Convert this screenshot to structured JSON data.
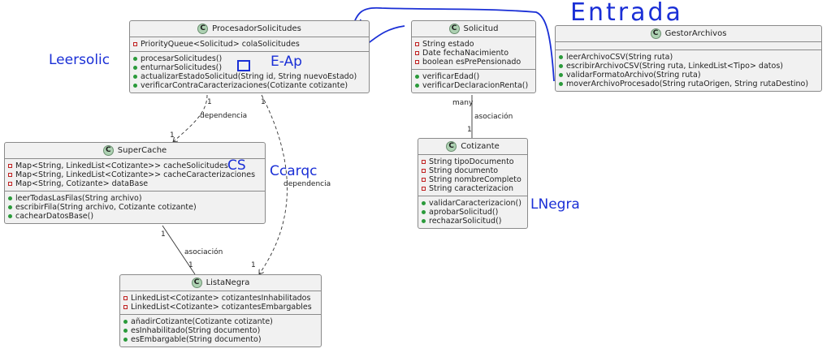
{
  "classes": {
    "procesador": {
      "name": "ProcesadorSolicitudes",
      "attributes": [
        "PriorityQueue<Solicitud> colaSolicitudes"
      ],
      "methods": [
        "procesarSolicitudes()",
        "enturnarSolicitudes()",
        "actualizarEstadoSolicitud(String id, String nuevoEstado)",
        "verificarContraCaracterizaciones(Cotizante cotizante)"
      ]
    },
    "solicitud": {
      "name": "Solicitud",
      "attributes": [
        "String estado",
        "Date fechaNacimiento",
        "boolean esPrePensionado"
      ],
      "methods": [
        "verificarEdad()",
        "verificarDeclaracionRenta()"
      ]
    },
    "gestor": {
      "name": "GestorArchivos",
      "attributes": [],
      "methods": [
        "leerArchivoCSV(String ruta)",
        "escribirArchivoCSV(String ruta, LinkedList<Tipo> datos)",
        "validarFormatoArchivo(String ruta)",
        "moverArchivoProcesado(String rutaOrigen, String rutaDestino)"
      ]
    },
    "supercache": {
      "name": "SuperCache",
      "attributes": [
        "Map<String, LinkedList<Cotizante>> cacheSolicitudes",
        "Map<String, LinkedList<Cotizante>> cacheCaracterizaciones",
        "Map<String, Cotizante> dataBase"
      ],
      "methods": [
        "leerTodasLasFilas(String archivo)",
        "escribirFila(String archivo, Cotizante cotizante)",
        "cachearDatosBase()"
      ]
    },
    "cotizante": {
      "name": "Cotizante",
      "attributes": [
        "String tipoDocumento",
        "String documento",
        "String nombreCompleto",
        "String caracterizacion"
      ],
      "methods": [
        "validarCaracterizacion()",
        "aprobarSolicitud()",
        "rechazarSolicitud()"
      ]
    },
    "listanegra": {
      "name": "ListaNegra",
      "attributes": [
        "LinkedList<Cotizante> cotizantesInhabilitados",
        "LinkedList<Cotizante> cotizantesEmbargables"
      ],
      "methods": [
        "añadirCotizante(Cotizante cotizante)",
        "esInhabilitado(String documento)",
        "esEmbargable(String documento)"
      ]
    }
  },
  "relations": {
    "dep1": {
      "label": "dependencia",
      "from_mult": "1",
      "to_mult": "1"
    },
    "dep2": {
      "label": "dependencia",
      "from_mult": "1",
      "to_mult": "1"
    },
    "asoc1": {
      "label": "asociación",
      "from_mult": "many",
      "to_mult": "1"
    },
    "asoc2": {
      "label": "asociación",
      "from_mult": "1",
      "to_mult": "1"
    }
  },
  "annotations": {
    "entrada": "Entrada",
    "leer_solic": "Leersolic",
    "e_ap": "E-Ap",
    "cs": "CS",
    "c_carac": "Ccarqc",
    "lnegra": "LNegra"
  },
  "colors": {
    "class_bg": "#f1f1f1",
    "class_icon": "#add1b2",
    "handwriting": "#1a2fd6"
  }
}
